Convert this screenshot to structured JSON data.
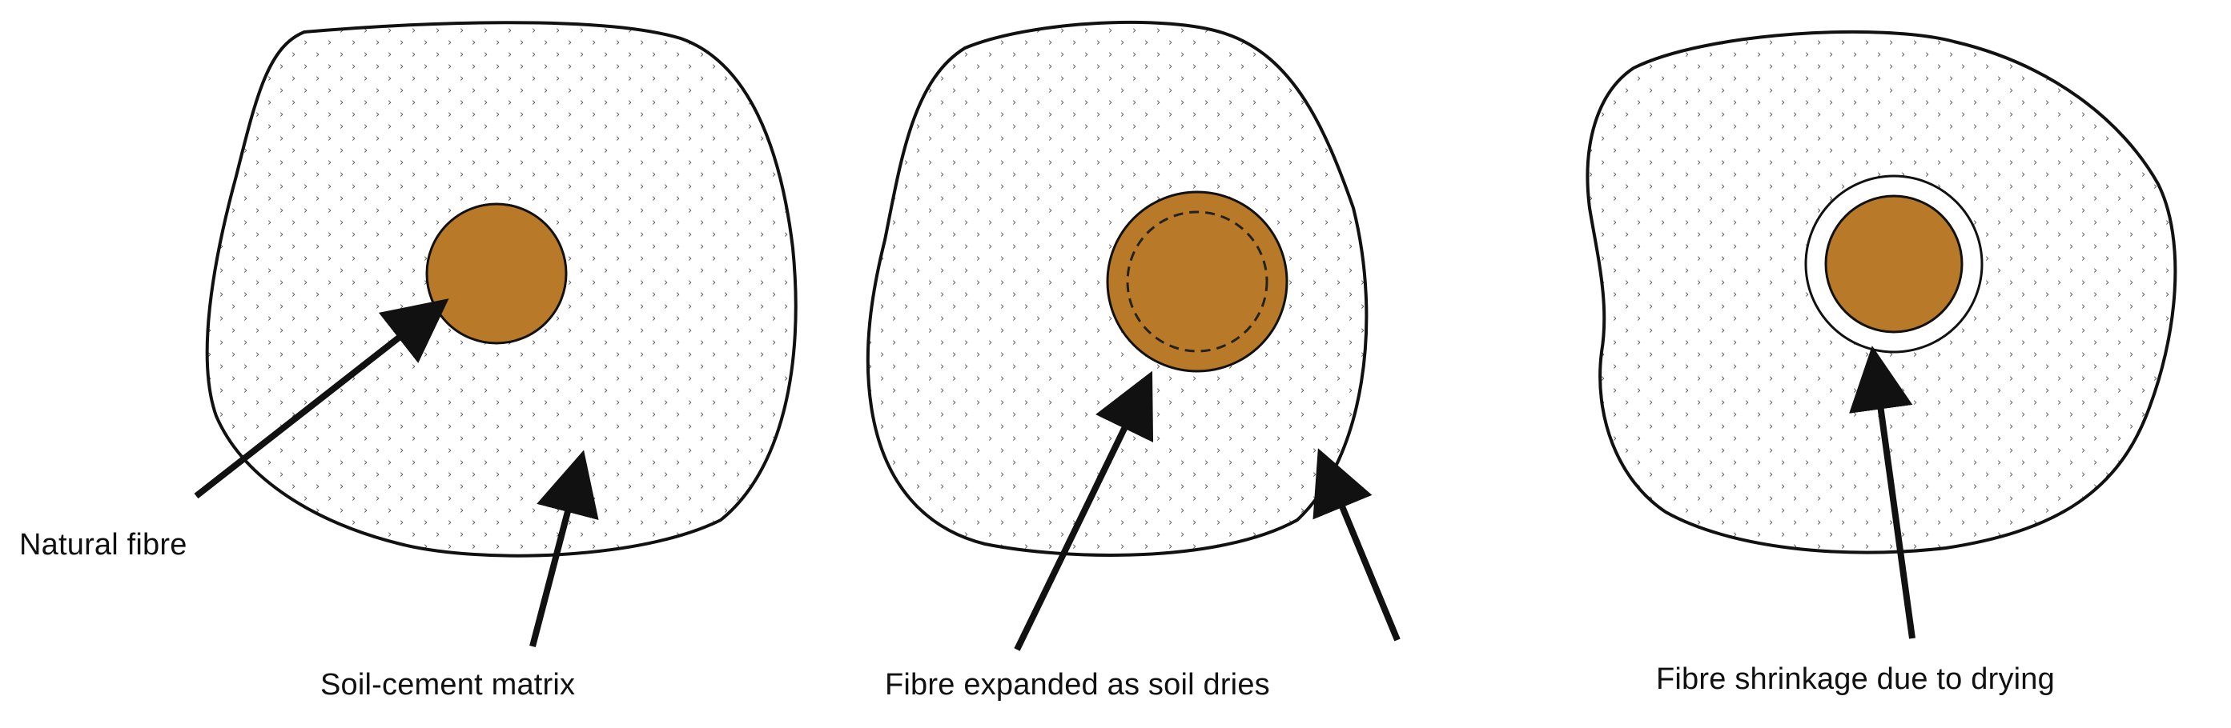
{
  "colors": {
    "fibre_fill": "#B87A28",
    "outline": "#111111",
    "dot_pattern": "#555555",
    "background": "#ffffff"
  },
  "labels": {
    "natural_fibre": "Natural fibre",
    "soil_cement_matrix": "Soil-cement matrix",
    "fibre_expanded": "Fibre expanded as soil dries",
    "fibre_shrinkage": "Fibre shrinkage due to drying"
  }
}
